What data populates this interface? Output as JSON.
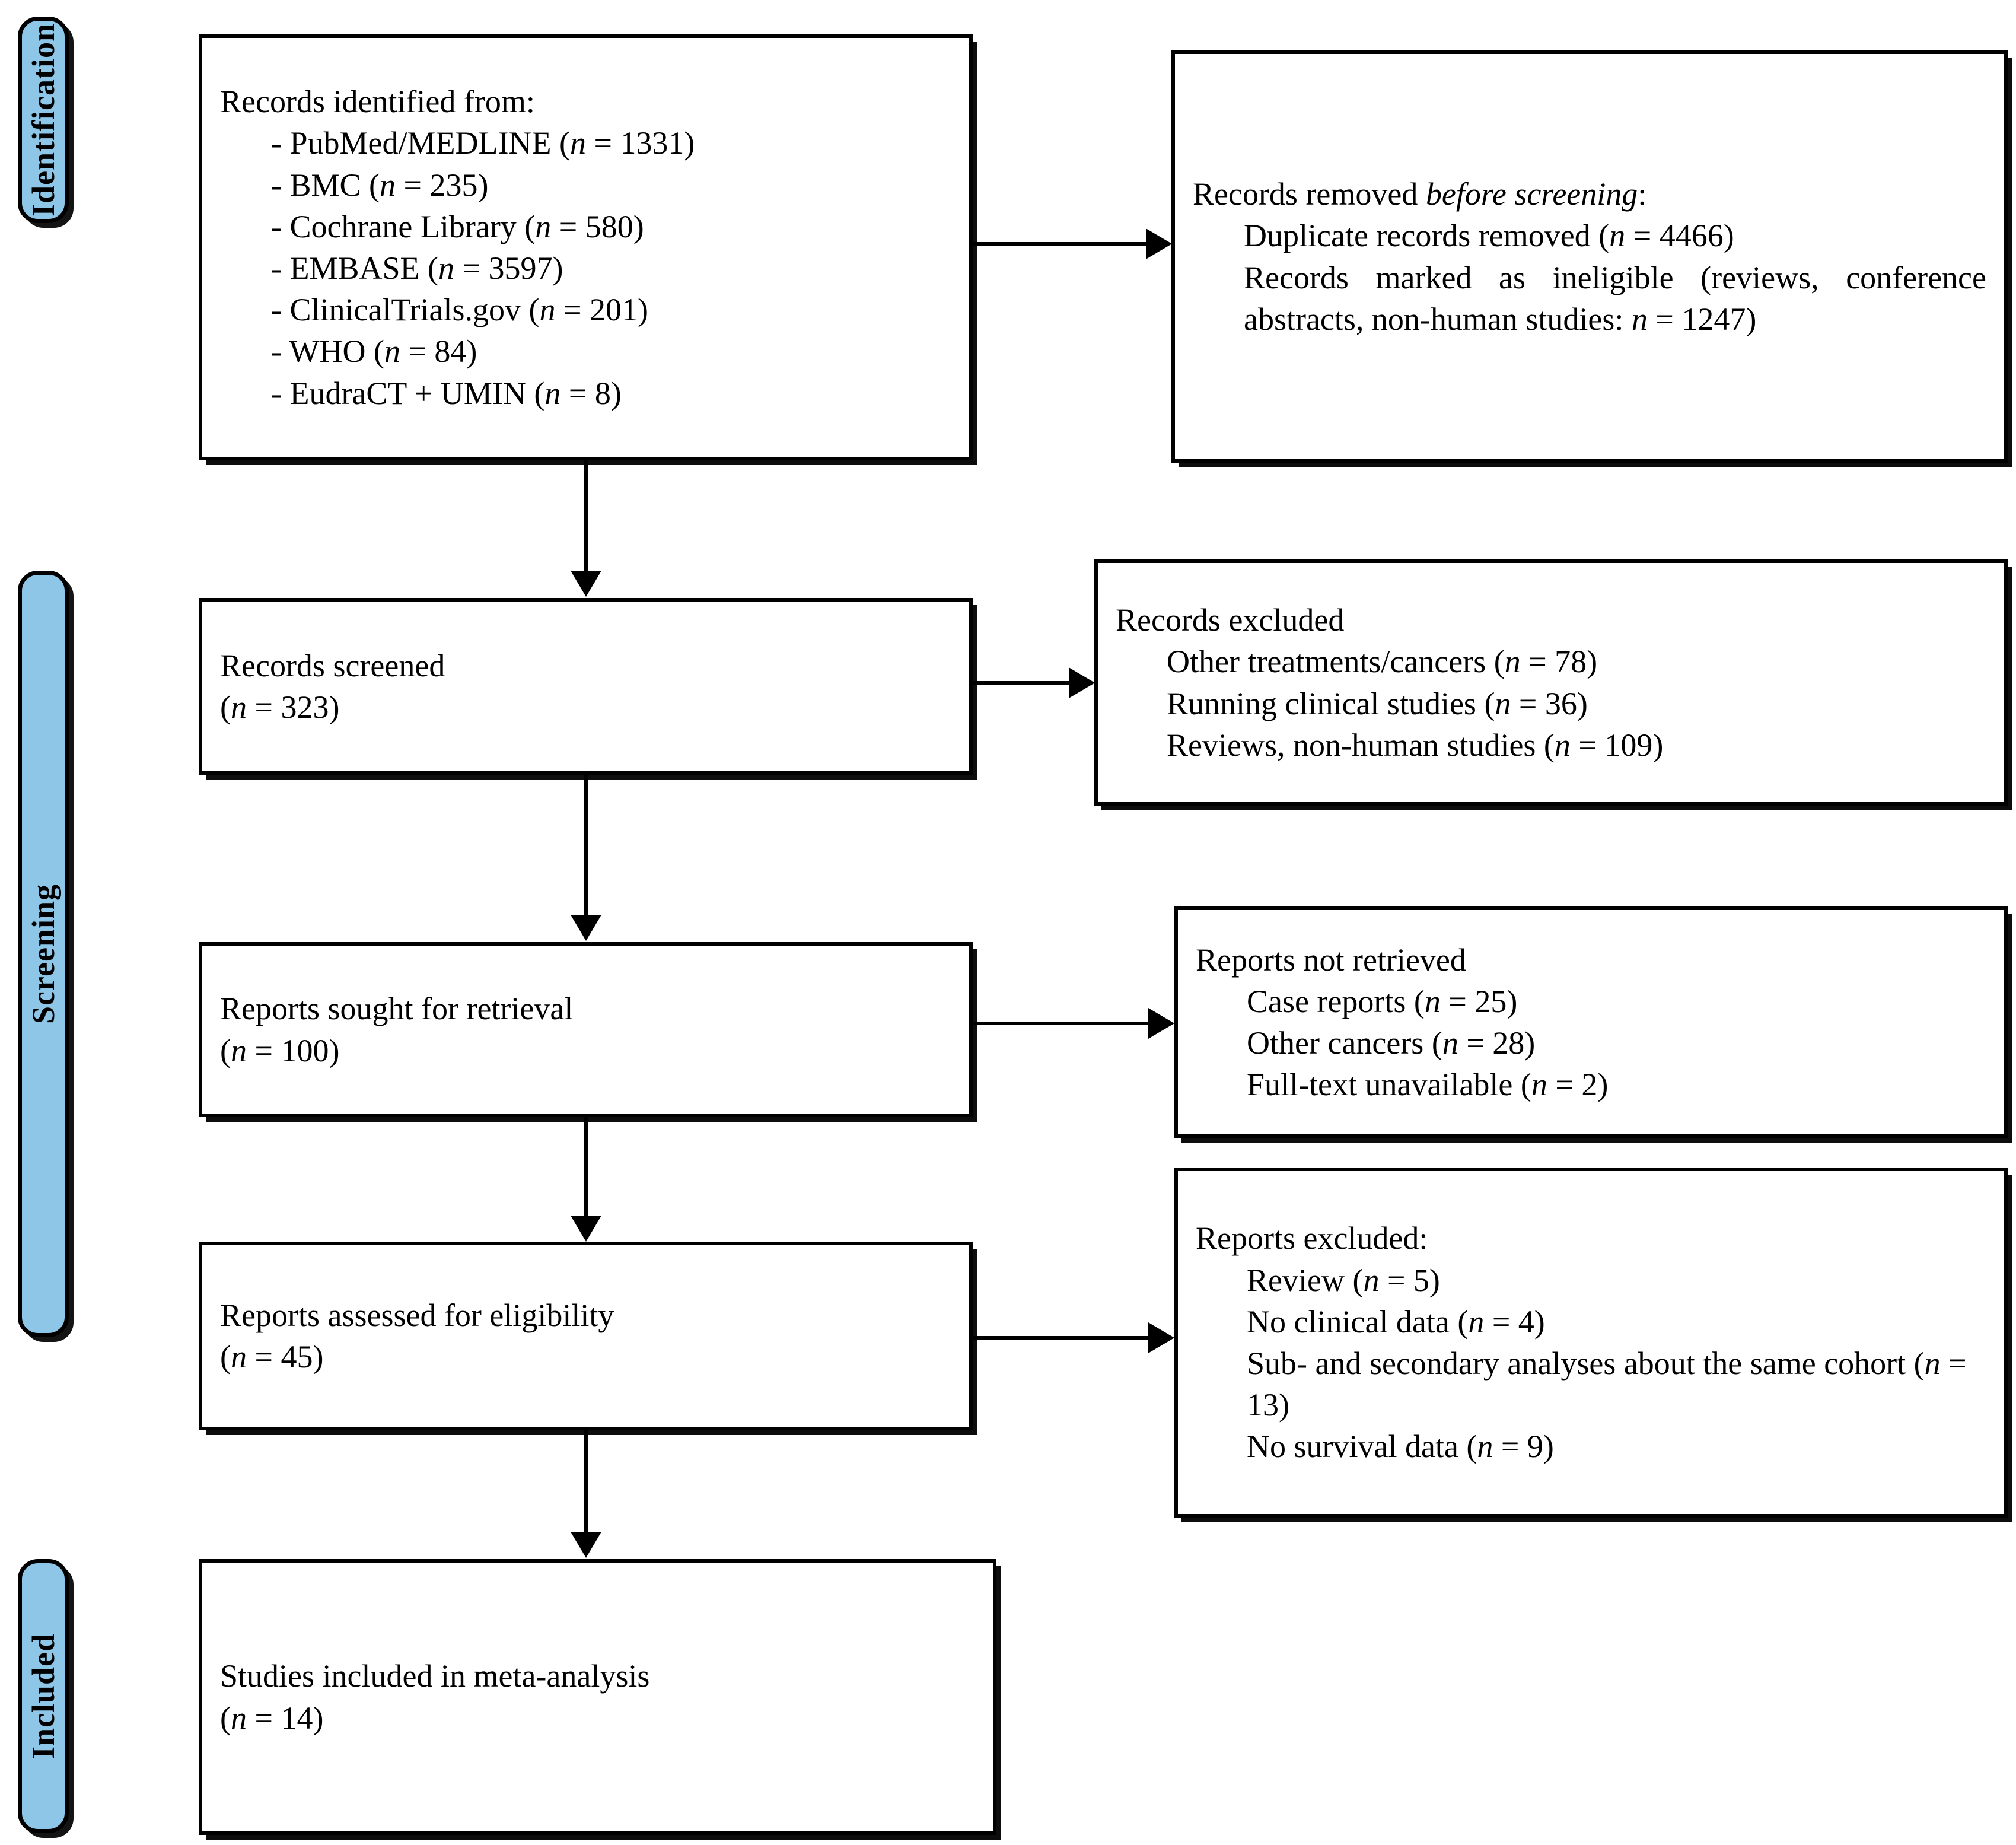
{
  "diagram": {
    "title": "PRISMA flow diagram",
    "accent_color": "#8ec6e8",
    "line_color": "#000000",
    "background": "#ffffff"
  },
  "phases": [
    {
      "id": "identification",
      "label": "Identification"
    },
    {
      "id": "screening",
      "label": "Screening"
    },
    {
      "id": "included",
      "label": "Included"
    }
  ],
  "boxes": {
    "records_identified": {
      "heading": "Records identified from:",
      "items": [
        "- PubMed/MEDLINE (n = 1331)",
        "- BMC (n = 235)",
        "- Cochrane Library (n = 580)",
        "- EMBASE (n = 3597)",
        "- ClinicalTrials.gov (n = 201)",
        "- WHO (n = 84)",
        "- EudraCT + UMIN (n = 8)"
      ],
      "sources": [
        {
          "name": "PubMed/MEDLINE",
          "n": 1331
        },
        {
          "name": "BMC",
          "n": 235
        },
        {
          "name": "Cochrane Library",
          "n": 580
        },
        {
          "name": "EMBASE",
          "n": 3597
        },
        {
          "name": "ClinicalTrials.gov",
          "n": 201
        },
        {
          "name": "WHO",
          "n": 84
        },
        {
          "name": "EudraCT + UMIN",
          "n": 8
        }
      ]
    },
    "records_removed": {
      "heading_plain": "Records removed ",
      "heading_italic": "before screening",
      "heading_tail": ":",
      "line1": "Duplicate records removed (n = 4466)",
      "line2": "Records marked as ineligible (reviews, conference abstracts, non-human studies: n = 1247)",
      "items": [
        {
          "name": "Duplicate records removed",
          "n": 4466
        },
        {
          "name": "Records marked as ineligible (reviews, conference abstracts, non-human studies)",
          "n": 1247
        }
      ]
    },
    "records_screened": {
      "heading": "Records screened",
      "count_line": "(n = 323)",
      "n": 323
    },
    "records_excluded": {
      "heading": "Records excluded",
      "items": [
        "Other treatments/cancers (n = 78)",
        "Running clinical studies (n = 36)",
        "Reviews, non-human studies (n = 109)"
      ],
      "reasons": [
        {
          "name": "Other treatments/cancers",
          "n": 78
        },
        {
          "name": "Running clinical studies",
          "n": 36
        },
        {
          "name": "Reviews, non-human studies",
          "n": 109
        }
      ]
    },
    "reports_sought": {
      "heading": "Reports sought for retrieval",
      "count_line": "(n = 100)",
      "n": 100
    },
    "reports_not_retrieved": {
      "heading": "Reports not retrieved",
      "items": [
        "Case reports (n = 25)",
        "Other cancers (n = 28)",
        "Full-text unavailable (n = 2)"
      ],
      "reasons": [
        {
          "name": "Case reports",
          "n": 25
        },
        {
          "name": "Other cancers",
          "n": 28
        },
        {
          "name": "Full-text unavailable",
          "n": 2
        }
      ]
    },
    "reports_assessed": {
      "heading": "Reports assessed for eligibility",
      "count_line": "(n = 45)",
      "n": 45
    },
    "reports_excluded": {
      "heading": "Reports excluded:",
      "items": [
        "Review (n = 5)",
        "No clinical data (n = 4)",
        "Sub- and secondary analyses about the same cohort (n = 13)",
        "No survival data (n = 9)"
      ],
      "reasons": [
        {
          "name": "Review",
          "n": 5
        },
        {
          "name": "No clinical data",
          "n": 4
        },
        {
          "name": "Sub- and secondary analyses about the same cohort",
          "n": 13
        },
        {
          "name": "No survival data",
          "n": 9
        }
      ]
    },
    "studies_included": {
      "heading": "Studies included in meta-analysis",
      "count_line": "(n = 14)",
      "n": 14
    }
  }
}
